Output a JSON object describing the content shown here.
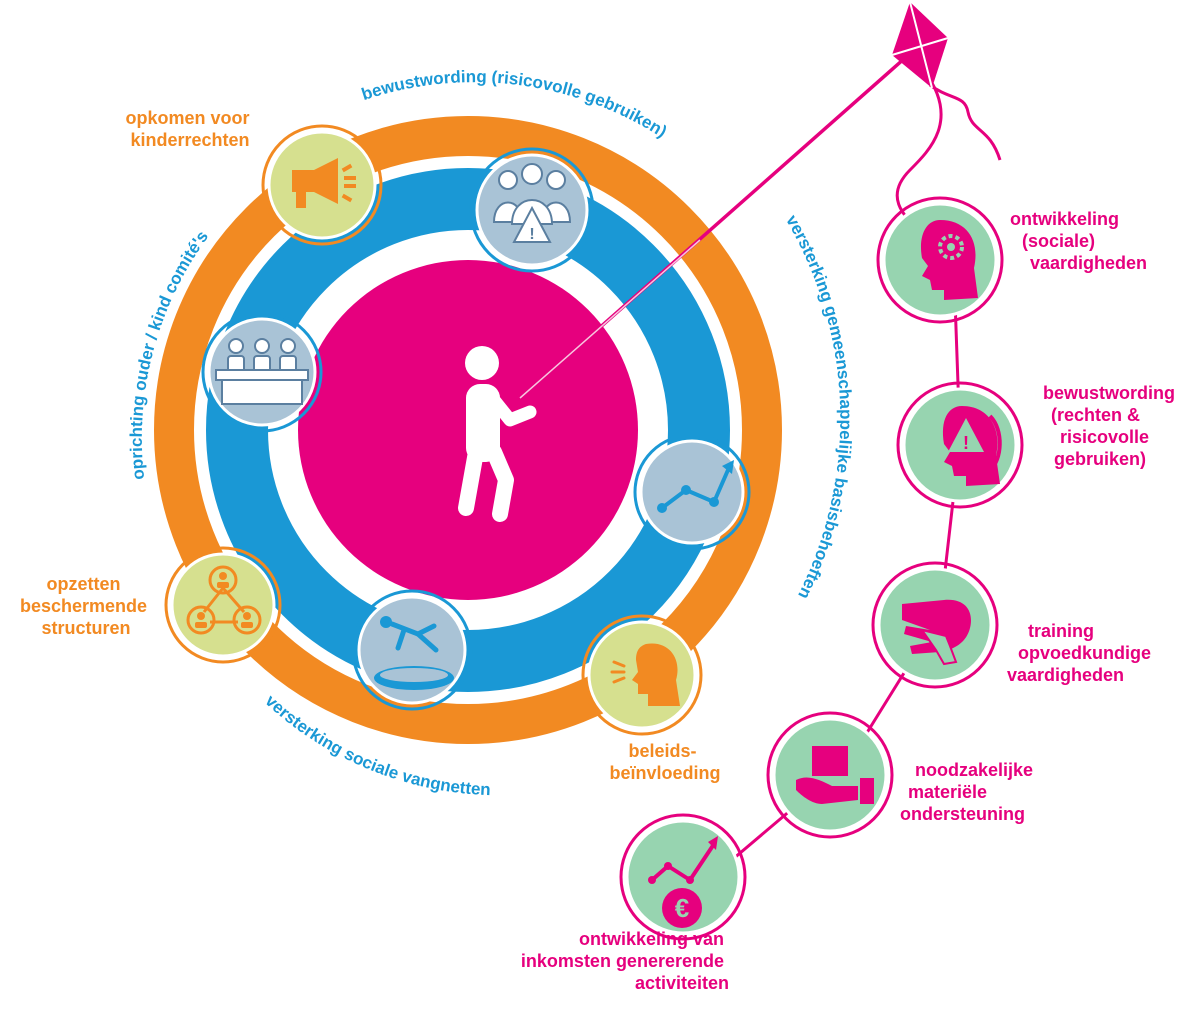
{
  "colors": {
    "orange": "#f28a22",
    "blue": "#1a98d5",
    "pink": "#e6007e",
    "light_blue": "#a9c3d6",
    "light_green": "#d6e08f",
    "mint": "#97d4b0",
    "icon_dark": "#5b7fa0"
  },
  "center": {
    "icon": "child-flying-kite-icon"
  },
  "ring_texts": {
    "top": "bewustwording (risicovolle gebruiken)",
    "left": "oprichting ouder / kind comité's",
    "right": "versterking gemeenschappelijke basisbehoeften",
    "bottom": "versterking sociale vangnetten"
  },
  "outer_labels": {
    "children_rights": [
      "opkomen voor",
      "kinderrechten"
    ],
    "protective_structures": [
      "opzetten",
      "beschermende",
      "structuren"
    ],
    "policy": [
      "beleids-",
      "beïnvloeding"
    ]
  },
  "ring_icons": [
    {
      "name": "megaphone-icon"
    },
    {
      "name": "group-warning-icon"
    },
    {
      "name": "committee-table-icon"
    },
    {
      "name": "rising-chart-icon"
    },
    {
      "name": "network-people-icon"
    },
    {
      "name": "falling-safety-net-icon"
    },
    {
      "name": "speaking-head-icon"
    }
  ],
  "kite_tail": [
    {
      "icon": "head-gear-icon",
      "lines": [
        "ontwikkeling",
        "(sociale)",
        "vaardigheden"
      ]
    },
    {
      "icon": "head-warning-icon",
      "lines": [
        "bewustwording",
        "(rechten &",
        "risicovolle",
        "gebruiken)"
      ]
    },
    {
      "icon": "helping-hands-icon",
      "lines": [
        "training",
        "opvoedkundige",
        "vaardigheden"
      ]
    },
    {
      "icon": "hand-box-icon",
      "lines": [
        "noodzakelijke",
        "materiële",
        "ondersteuning"
      ]
    },
    {
      "icon": "euro-growth-icon",
      "lines": [
        "ontwikkeling van",
        "inkomsten genererende",
        "activiteiten"
      ]
    }
  ]
}
